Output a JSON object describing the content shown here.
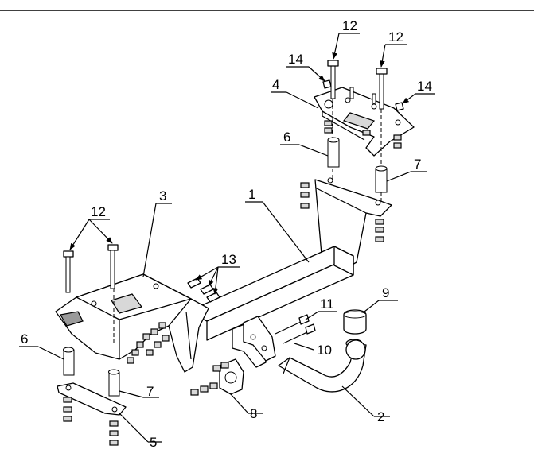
{
  "callouts": {
    "c1": "1",
    "c2": "2",
    "c3": "3",
    "c4": "4",
    "c5": "5",
    "c6a": "6",
    "c6b": "6",
    "c7a": "7",
    "c7b": "7",
    "c8": "8",
    "c9": "9",
    "c10": "10",
    "c11": "11",
    "c12a": "12",
    "c12b": "12",
    "c12c": "12",
    "c13": "13",
    "c14a": "14",
    "c14b": "14"
  }
}
